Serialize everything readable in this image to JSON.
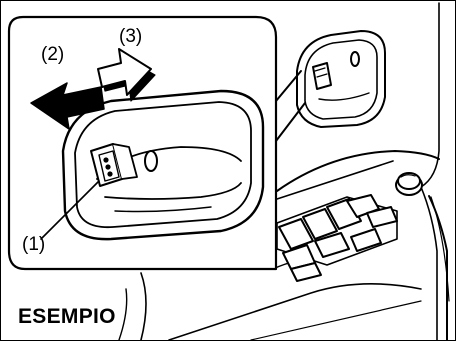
{
  "labels": {
    "callout_1": "(1)",
    "callout_2": "(2)",
    "callout_3": "(3)"
  },
  "caption": "ESEMPIO",
  "illustration": {
    "subject": "door-handle-with-lock-switch",
    "inset": "zoomed-door-handle",
    "background": "door-trim-panel-with-window-switches",
    "arrow_2_style": "solid-black",
    "arrow_3_style": "3d-white-black-side"
  },
  "colors": {
    "line": "#000000",
    "background": "#ffffff"
  }
}
